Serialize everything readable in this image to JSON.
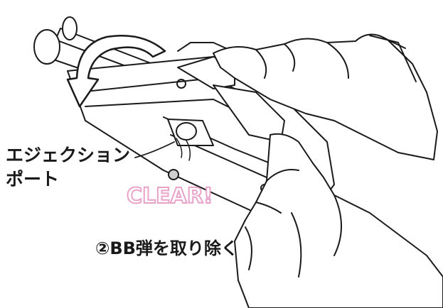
{
  "labels": {
    "ejection_port_line1": "エジェクション",
    "ejection_port_line2": "ポート",
    "clear": "CLEAR!",
    "step": "②BB弾を取り除く"
  },
  "colors": {
    "ink": "#1a1a1a",
    "clear_outline": "#e9a3c9",
    "background": "#ffffff"
  },
  "icons": {
    "rotation_arrow": "curved-rotation-arrow-icon",
    "bb_pellet": "bb-pellet-icon"
  }
}
